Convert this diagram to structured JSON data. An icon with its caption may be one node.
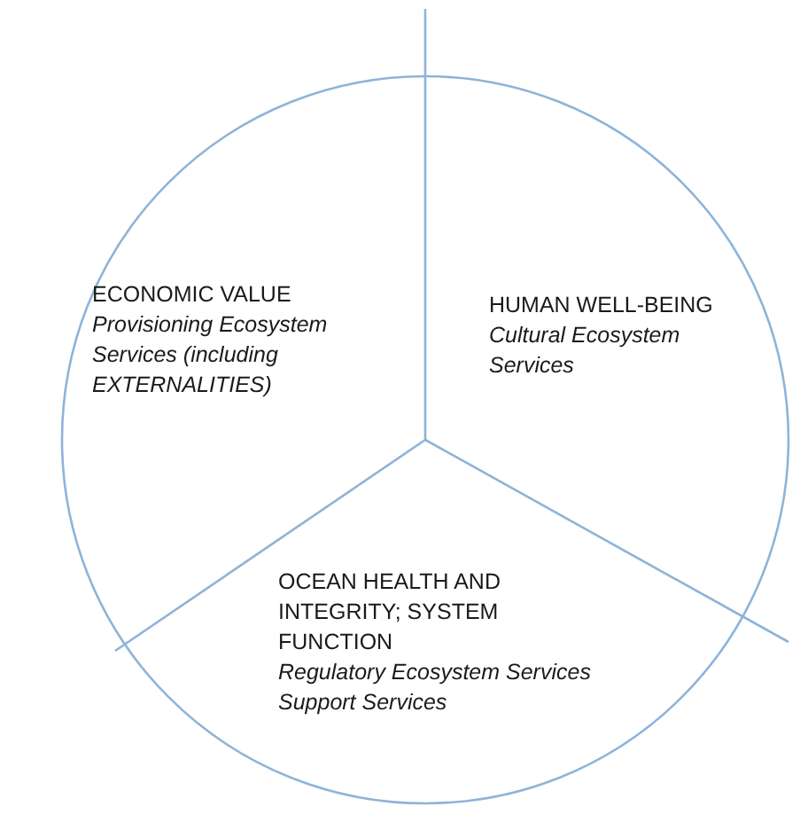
{
  "diagram": {
    "nodes": [
      {
        "text": [],
        "shape": "circle"
      },
      {
        "text": [
          "ECONOMIC VALUE",
          "Provisioning Ecosystem Services (including EXTERNALITIES)"
        ],
        "in": 0
      },
      {
        "text": [
          "HUMAN WELL-BEING",
          "Cultural Ecosystem Services"
        ],
        "in": 0
      },
      {
        "text": [
          "OCEAN HEALTH AND INTEGRITY; SYSTEM FUNCTION",
          "Regulatory Ecosystem Services",
          "Support Services"
        ],
        "in": 0
      }
    ]
  }
}
